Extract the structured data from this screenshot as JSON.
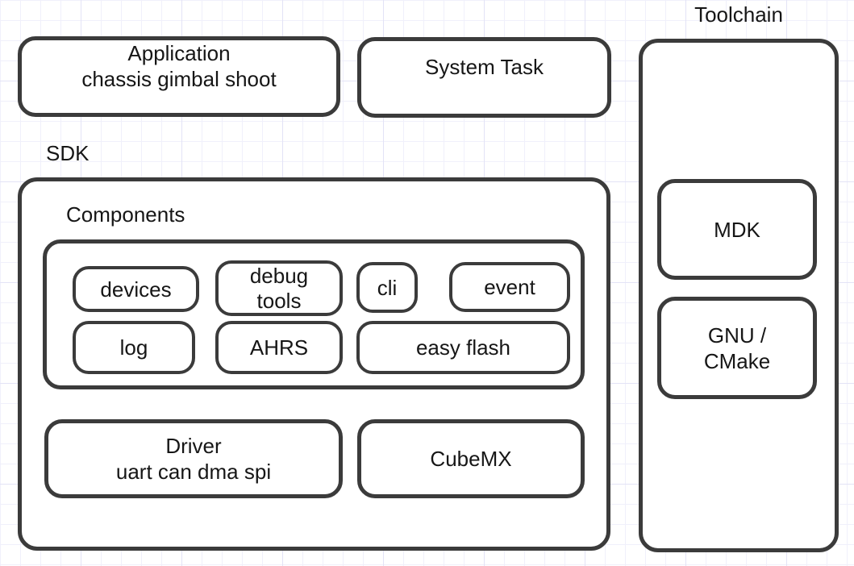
{
  "diagram": {
    "toolchain_label": "Toolchain",
    "sdk_label": "SDK",
    "components_label": "Components",
    "application": {
      "title": "Application",
      "subtitle": "chassis gimbal shoot"
    },
    "system_task": {
      "title": "System Task"
    },
    "toolchain": {
      "mdk": "MDK",
      "gnu_line1": "GNU /",
      "gnu_line2": "CMake"
    },
    "components": {
      "items": [
        "devices",
        "debug tools",
        "cli",
        "event",
        "log",
        "AHRS",
        "easy flash"
      ]
    },
    "driver": {
      "title": "Driver",
      "subtitle": "uart can dma spi"
    },
    "cubemx": {
      "title": "CubeMX"
    }
  },
  "colors": {
    "border": "#3b3b3b",
    "text": "#161616",
    "background": "#ffffff",
    "grid_minor": "#f0f0fb",
    "grid_major": "#e3e3f6"
  }
}
